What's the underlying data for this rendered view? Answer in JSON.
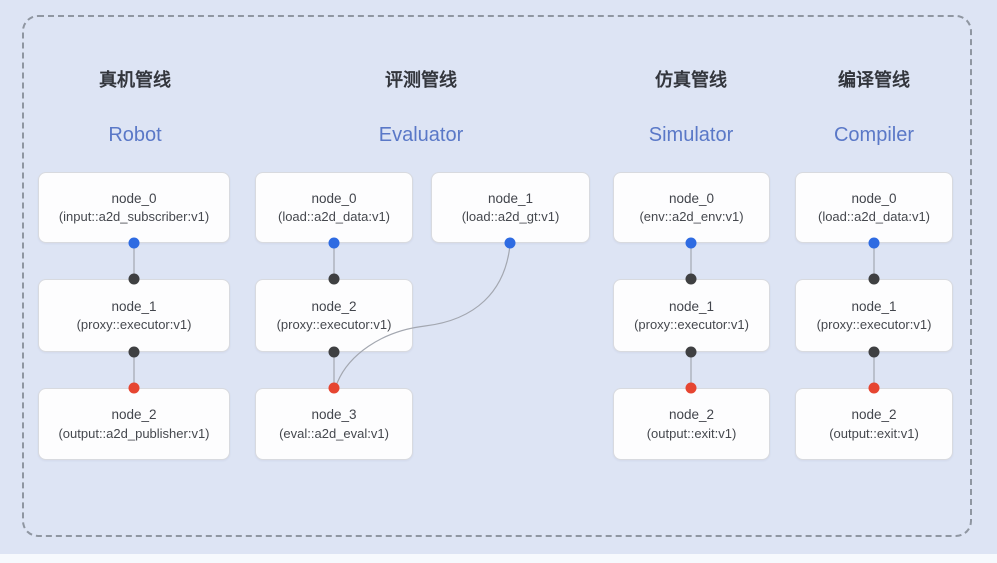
{
  "pipelines": [
    {
      "title_zh": "真机管线",
      "title_en": "Robot",
      "nodes": [
        {
          "name": "node_0",
          "type": "(input::a2d_subscriber:v1)"
        },
        {
          "name": "node_1",
          "type": "(proxy::executor:v1)"
        },
        {
          "name": "node_2",
          "type": "(output::a2d_publisher:v1)"
        }
      ]
    },
    {
      "title_zh": "评测管线",
      "title_en": "Evaluator",
      "nodes": [
        {
          "name": "node_0",
          "type": "(load::a2d_data:v1)"
        },
        {
          "name": "node_1",
          "type": "(load::a2d_gt:v1)"
        },
        {
          "name": "node_2",
          "type": "(proxy::executor:v1)"
        },
        {
          "name": "node_3",
          "type": "(eval::a2d_eval:v1)"
        }
      ]
    },
    {
      "title_zh": "仿真管线",
      "title_en": "Simulator",
      "nodes": [
        {
          "name": "node_0",
          "type": "(env::a2d_env:v1)"
        },
        {
          "name": "node_1",
          "type": "(proxy::executor:v1)"
        },
        {
          "name": "node_2",
          "type": "(output::exit:v1)"
        }
      ]
    },
    {
      "title_zh": "编译管线",
      "title_en": "Compiler",
      "nodes": [
        {
          "name": "node_0",
          "type": "(load::a2d_data:v1)"
        },
        {
          "name": "node_1",
          "type": "(proxy::executor:v1)"
        },
        {
          "name": "node_2",
          "type": "(output::exit:v1)"
        }
      ]
    }
  ],
  "colors": {
    "background": "#dde4f4",
    "frame_border": "#8f96a1",
    "node_background": "#fdfdfe",
    "node_border": "#d8dadf",
    "title_zh_text": "#33363d",
    "title_en_text": "#5a78c7",
    "edge": "#a3a7b0",
    "port_output": "#2e6be2",
    "port_input": "#3f4042",
    "port_eval": "#e64531"
  }
}
